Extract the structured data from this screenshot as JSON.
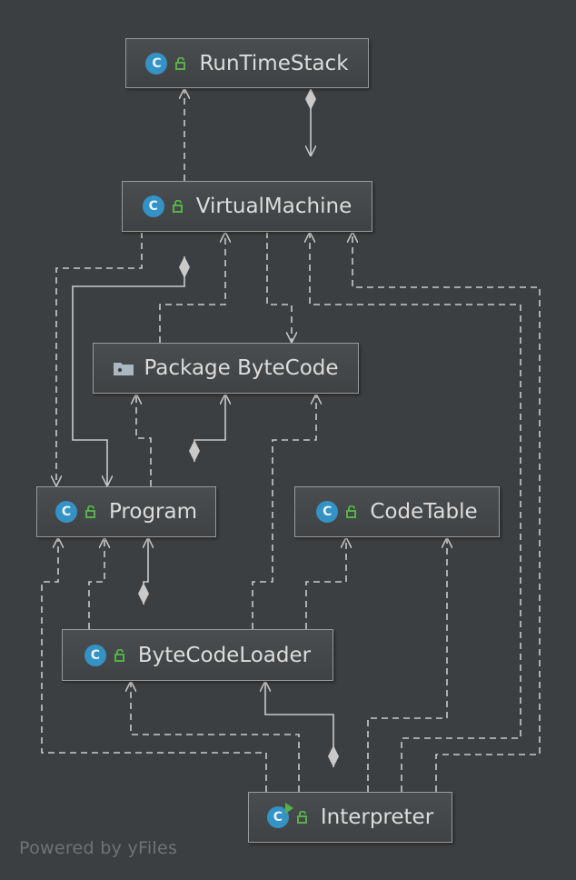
{
  "diagram": {
    "nodes": [
      {
        "id": "runtimestack",
        "label": "RunTimeStack",
        "kind": "class"
      },
      {
        "id": "virtualmachine",
        "label": "VirtualMachine",
        "kind": "class"
      },
      {
        "id": "bytecode",
        "label": "Package ByteCode",
        "kind": "package"
      },
      {
        "id": "program",
        "label": "Program",
        "kind": "class"
      },
      {
        "id": "codetable",
        "label": "CodeTable",
        "kind": "class"
      },
      {
        "id": "bytecodeloader",
        "label": "ByteCodeLoader",
        "kind": "class"
      },
      {
        "id": "interpreter",
        "label": "Interpreter",
        "kind": "class-main"
      }
    ],
    "edges": [
      {
        "from": "virtualmachine",
        "to": "runtimestack",
        "type": "dependency"
      },
      {
        "from": "virtualmachine",
        "to": "runtimestack",
        "type": "composition"
      },
      {
        "from": "virtualmachine",
        "to": "program",
        "type": "dependency"
      },
      {
        "from": "virtualmachine",
        "to": "program",
        "type": "composition"
      },
      {
        "from": "bytecode",
        "to": "virtualmachine",
        "type": "dependency"
      },
      {
        "from": "virtualmachine",
        "to": "bytecode",
        "type": "dependency"
      },
      {
        "from": "program",
        "to": "bytecode",
        "type": "dependency"
      },
      {
        "from": "program",
        "to": "bytecode",
        "type": "composition"
      },
      {
        "from": "bytecodeloader",
        "to": "bytecode",
        "type": "dependency"
      },
      {
        "from": "bytecodeloader",
        "to": "codetable",
        "type": "dependency"
      },
      {
        "from": "bytecodeloader",
        "to": "program",
        "type": "dependency"
      },
      {
        "from": "bytecodeloader",
        "to": "program",
        "type": "composition"
      },
      {
        "from": "interpreter",
        "to": "program",
        "type": "dependency"
      },
      {
        "from": "interpreter",
        "to": "bytecodeloader",
        "type": "dependency"
      },
      {
        "from": "interpreter",
        "to": "bytecodeloader",
        "type": "composition"
      },
      {
        "from": "interpreter",
        "to": "codetable",
        "type": "dependency"
      },
      {
        "from": "interpreter",
        "to": "virtualmachine",
        "type": "dependency"
      },
      {
        "from": "interpreter",
        "to": "virtualmachine",
        "type": "dependency"
      }
    ]
  },
  "icons": {
    "class": "class-c-icon",
    "access": "public-lock-icon",
    "package": "folder-icon",
    "main": "run-marker-icon"
  },
  "colors": {
    "background": "#3c3f41",
    "edge": "#c9c9c9",
    "class_badge": "#3592c4",
    "access_icon": "#58b04a",
    "footer_text": "#6f7375"
  },
  "footer": {
    "text": "Powered by yFiles"
  }
}
